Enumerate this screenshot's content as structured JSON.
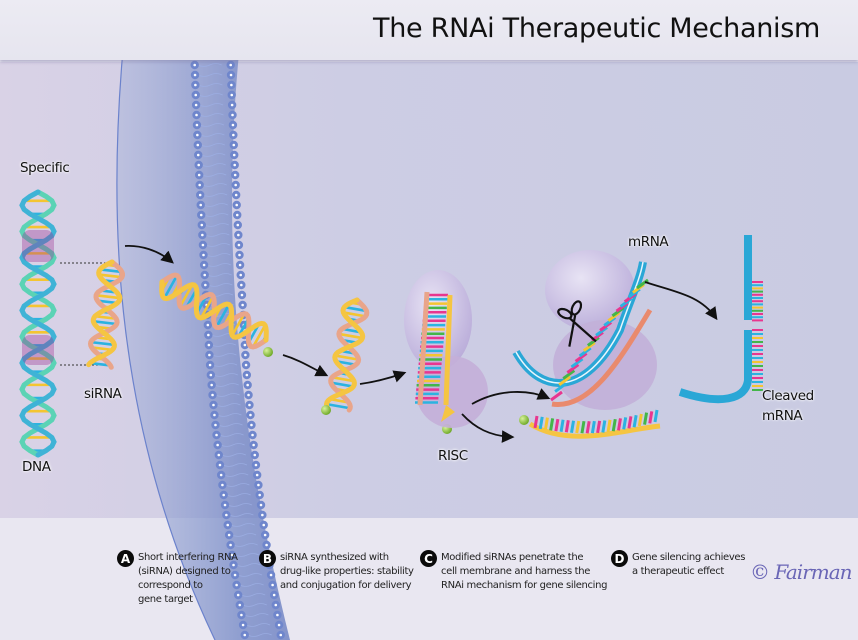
{
  "title": "The RNAi Therapeutic Mechanism",
  "labels": {
    "specific": "Specific",
    "dna": "DNA",
    "sirna": "siRNA",
    "risc": "RISC",
    "mrna": "mRNA",
    "cleaved_line1": "Cleaved",
    "cleaved_line2": "mRNA"
  },
  "steps": [
    {
      "letter": "A",
      "text": "Short interfering RNA\n(siRNA) designed to\ncorrespond to\ngene target"
    },
    {
      "letter": "B",
      "text": "siRNA synthesized with\ndrug-like properties: stability\nand conjugation for delivery"
    },
    {
      "letter": "C",
      "text": "Modified siRNAs penetrate the\ncell membrane and harness the\nRNAi mechanism for gene silencing"
    },
    {
      "letter": "D",
      "text": "Gene silencing achieves\na therapeutic effect"
    }
  ],
  "signature": "© Fairman",
  "colors": {
    "membrane": "#6f86cc",
    "dna_strand": "#3fb3d6",
    "dna_strand_alt": "#9a2f8e",
    "sirna_strand": "#f5c542",
    "sirna_strand_alt": "#e9a58a",
    "mrna": "#2aa7d6",
    "risc": "#c6b8e2",
    "ligand": "#8bc53f"
  }
}
